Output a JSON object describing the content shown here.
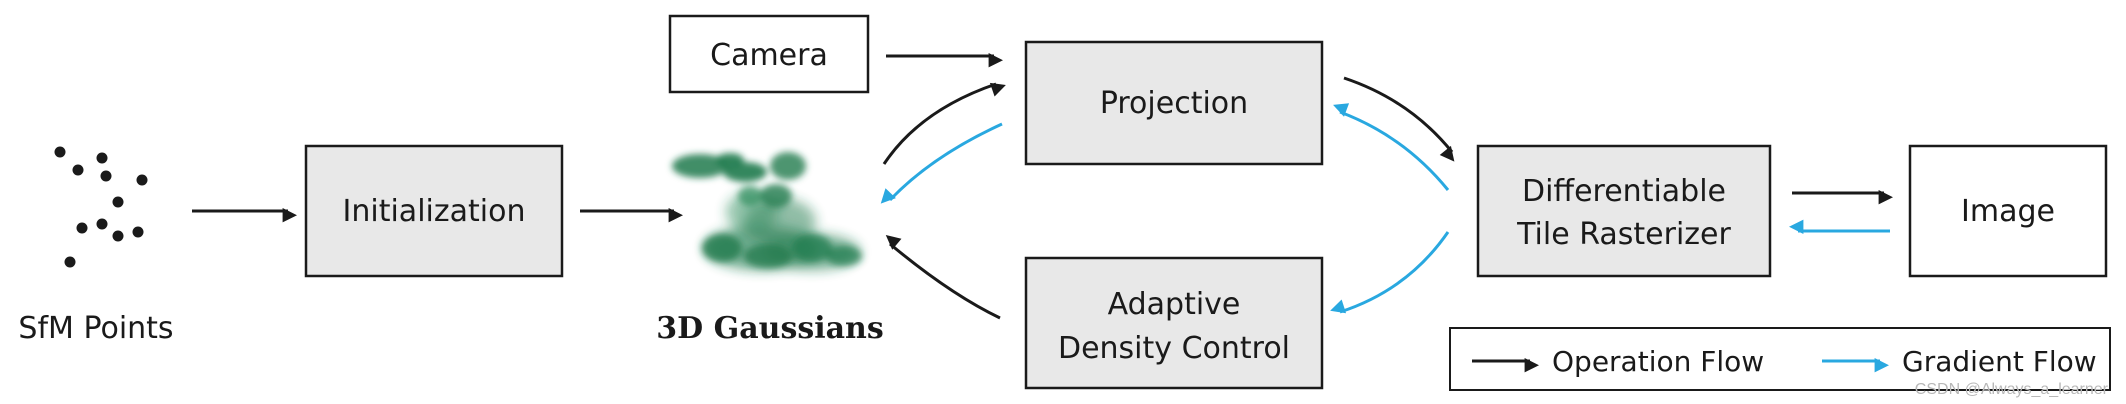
{
  "nodes": {
    "sfm_points": {
      "label": "SfM Points"
    },
    "initialization": {
      "label": "Initialization"
    },
    "gaussians": {
      "label": "3D Gaussians"
    },
    "camera": {
      "label": "Camera"
    },
    "projection": {
      "label": "Projection"
    },
    "adaptive_density": {
      "line1": "Adaptive",
      "line2": "Density Control"
    },
    "rasterizer": {
      "line1": "Differentiable",
      "line2": "Tile Rasterizer"
    },
    "image": {
      "label": "Image"
    }
  },
  "legend": {
    "operation": "Operation Flow",
    "gradient": "Gradient Flow"
  },
  "colors": {
    "operation_arrow": "#1a1a1a",
    "gradient_arrow": "#29a8e0",
    "box_fill": "#e8e8e8",
    "box_stroke": "#1a1a1a",
    "gaussian_green": "#1f7a4c"
  },
  "watermark": "CSDN @Always_a_learner"
}
